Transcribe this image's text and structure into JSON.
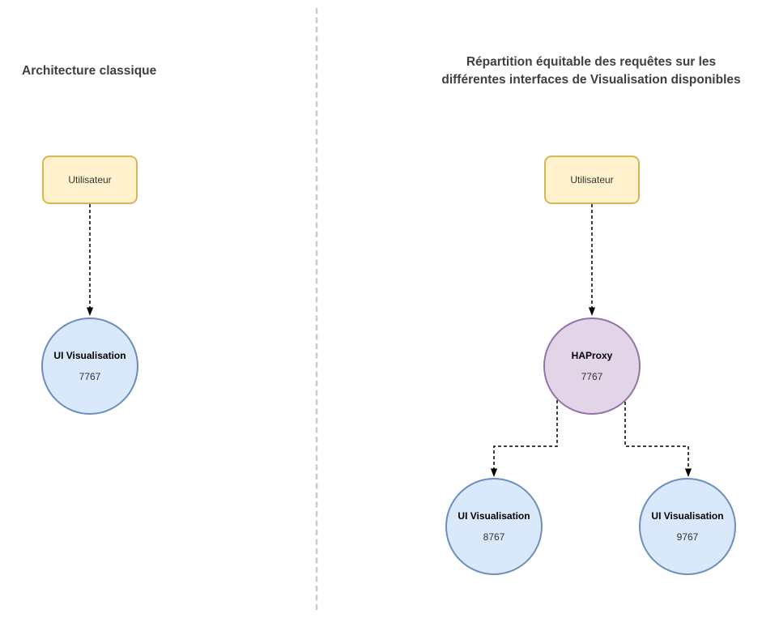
{
  "diagram": {
    "left": {
      "title": "Architecture classique",
      "user": {
        "label": "Utilisateur"
      },
      "ui": {
        "name": "UI Visualisation",
        "port": "7767"
      }
    },
    "right": {
      "title_line1": "Répartition équitable des requêtes sur les",
      "title_line2": "différentes interfaces de Visualisation disponibles",
      "user": {
        "label": "Utilisateur"
      },
      "haproxy": {
        "name": "HAProxy",
        "port": "7767"
      },
      "ui_a": {
        "name": "UI Visualisation",
        "port": "8767"
      },
      "ui_b": {
        "name": "UI Visualisation",
        "port": "9767"
      }
    },
    "colors": {
      "user_fill": "#fff2cc",
      "user_stroke": "#d6b656",
      "ui_fill": "#dae8fc",
      "ui_stroke": "#6c8ebf",
      "haproxy_fill": "#e1d5e7",
      "haproxy_stroke": "#9673a6",
      "connector_stroke": "#000000",
      "divider_stroke": "#c9c9c9"
    }
  }
}
